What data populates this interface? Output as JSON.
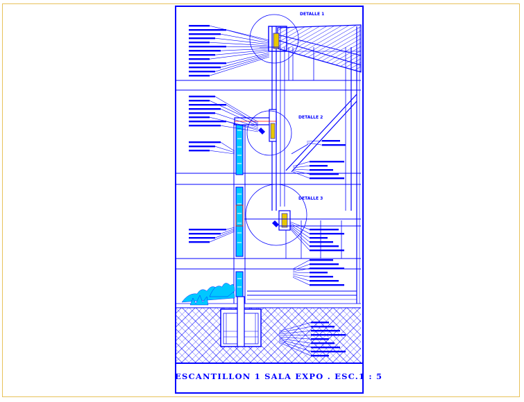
{
  "title": "ESCANTILLON  1  SALA  EXPO .  ESC.1 : 5",
  "details": [
    {
      "label": "DETALLE   1"
    },
    {
      "label": "DETALLE   2"
    },
    {
      "label": "DETALLE   3"
    }
  ],
  "colors": {
    "line": "#0000ff",
    "cyan": "#00c8ff",
    "yellow": "#e8c800",
    "red": "#ff0000",
    "frame": "#e8c15a"
  }
}
